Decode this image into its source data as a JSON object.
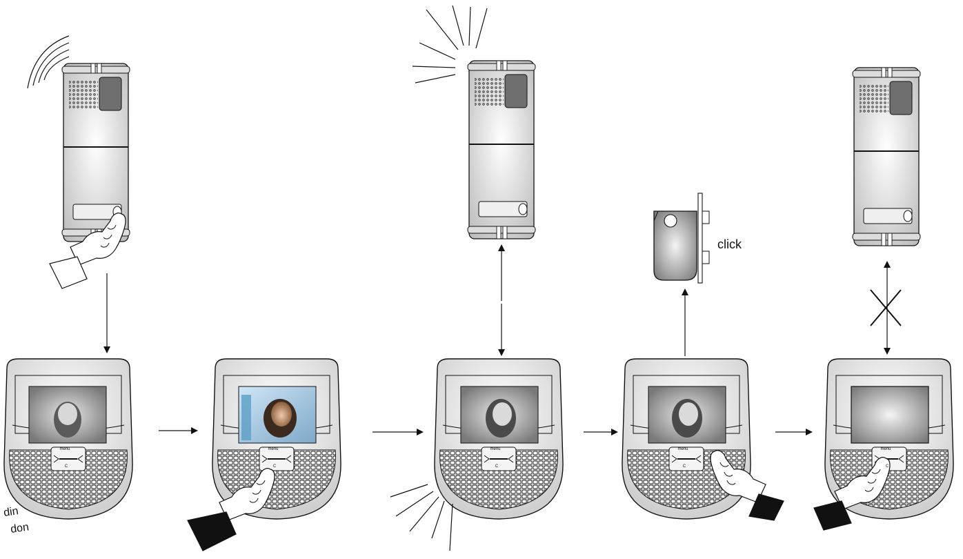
{
  "labels": {
    "click": "click",
    "din": "din",
    "don": "don",
    "menu": "menu",
    "key_c": "C"
  },
  "colors": {
    "line": "#111111",
    "panel_light": "#f2f2f2",
    "panel_mid": "#c9c9c9",
    "screen_bg": "#9a9a9a",
    "sleeve": "#111111"
  },
  "icons": {
    "arrow": "arrow-icon",
    "cross": "blocked-cross-icon",
    "sound": "sound-waves-icon",
    "hand": "hand-icon"
  }
}
